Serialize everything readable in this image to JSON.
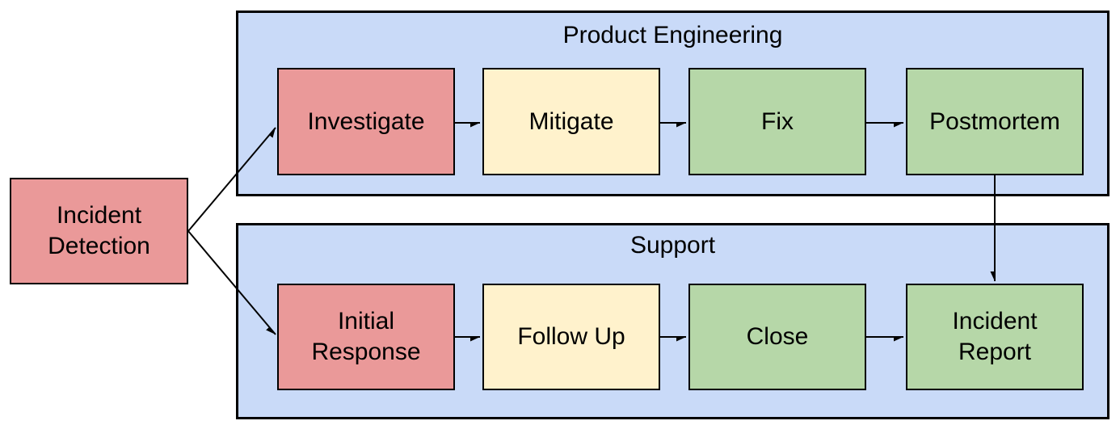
{
  "diagram": {
    "start": {
      "id": "incident-detection",
      "label": "Incident Detection",
      "fill": "red"
    },
    "lanes": [
      {
        "title": "Product Engineering",
        "steps": [
          {
            "id": "investigate",
            "label": "Investigate",
            "fill": "red"
          },
          {
            "id": "mitigate",
            "label": "Mitigate",
            "fill": "yellow"
          },
          {
            "id": "fix",
            "label": "Fix",
            "fill": "green"
          },
          {
            "id": "postmortem",
            "label": "Postmortem",
            "fill": "green"
          }
        ]
      },
      {
        "title": "Support",
        "steps": [
          {
            "id": "initial-response",
            "label": "Initial Response",
            "fill": "red"
          },
          {
            "id": "follow-up",
            "label": "Follow Up",
            "fill": "yellow"
          },
          {
            "id": "close",
            "label": "Close",
            "fill": "green"
          },
          {
            "id": "incident-report",
            "label": "Incident Report",
            "fill": "green"
          }
        ]
      }
    ],
    "edges": [
      {
        "from": "incident-detection",
        "to": "investigate"
      },
      {
        "from": "incident-detection",
        "to": "initial-response"
      },
      {
        "from": "investigate",
        "to": "mitigate"
      },
      {
        "from": "mitigate",
        "to": "fix"
      },
      {
        "from": "fix",
        "to": "postmortem"
      },
      {
        "from": "postmortem",
        "to": "incident-report"
      },
      {
        "from": "initial-response",
        "to": "follow-up"
      },
      {
        "from": "follow-up",
        "to": "close"
      },
      {
        "from": "close",
        "to": "incident-report"
      }
    ],
    "palette": {
      "red": "#ea9999",
      "yellow": "#fff2cc",
      "green": "#b6d7a8",
      "lane": "#c9daf8",
      "stroke": "#000000",
      "background": "#ffffff"
    }
  }
}
